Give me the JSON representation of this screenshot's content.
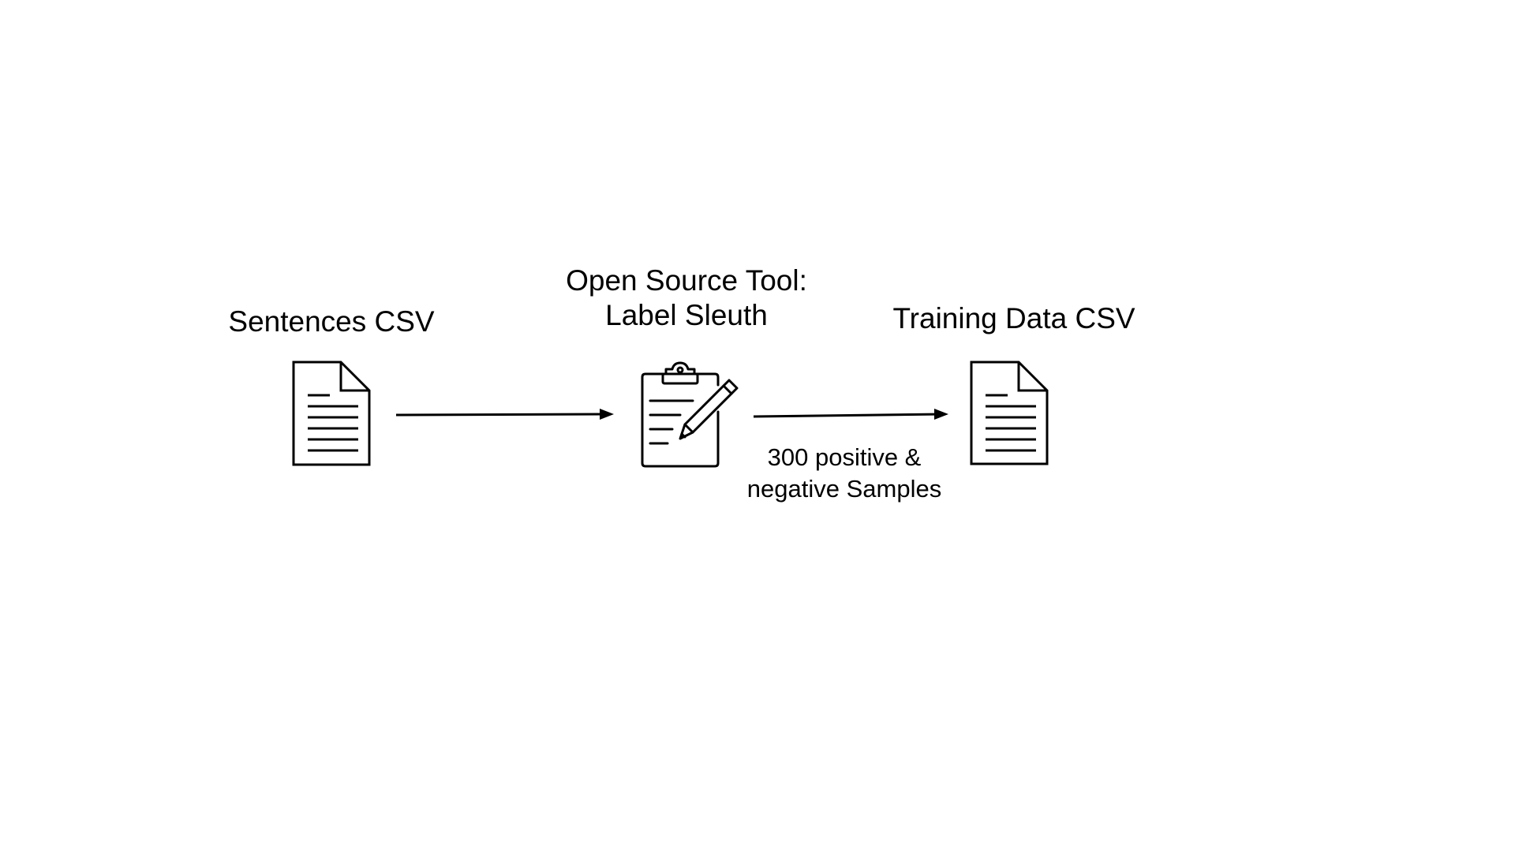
{
  "nodes": [
    {
      "id": "sentences",
      "label": "Sentences CSV",
      "icon": "document-icon"
    },
    {
      "id": "tool",
      "label_lines": [
        "Open Source Tool:",
        "Label Sleuth"
      ],
      "icon": "clipboard-pencil-icon"
    },
    {
      "id": "training",
      "label": "Training Data CSV",
      "icon": "document-icon"
    }
  ],
  "edges": [
    {
      "from": "sentences",
      "to": "tool",
      "label_lines": []
    },
    {
      "from": "tool",
      "to": "training",
      "label_lines": [
        "300 positive &",
        "negative Samples"
      ]
    }
  ]
}
